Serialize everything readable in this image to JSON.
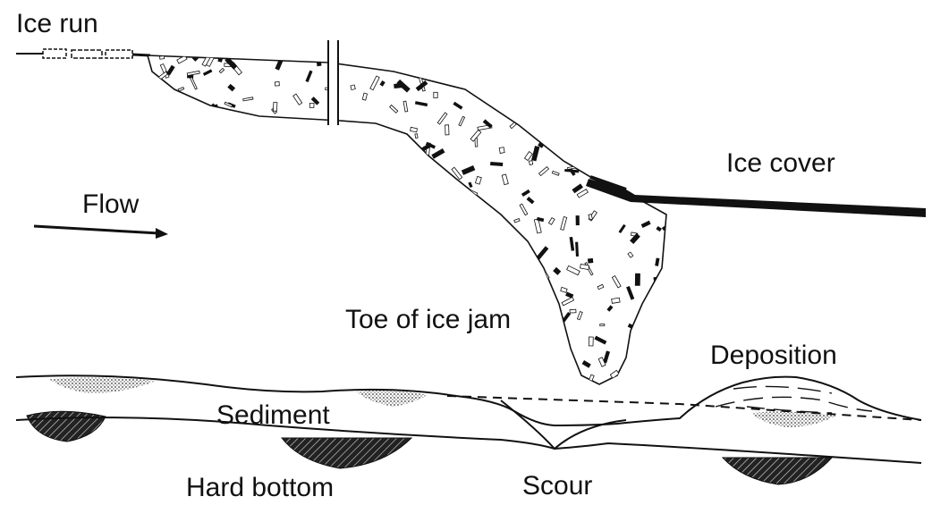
{
  "labels": {
    "ice_run": "Ice run",
    "ice_cover": "Ice cover",
    "flow": "Flow",
    "toe": "Toe of ice jam",
    "deposition": "Deposition",
    "sediment": "Sediment",
    "hard_bottom": "Hard bottom",
    "scour": "Scour"
  },
  "colors": {
    "ink": "#111111",
    "background": "#ffffff"
  },
  "icons": {
    "flow_direction": "right-arrow-icon"
  }
}
